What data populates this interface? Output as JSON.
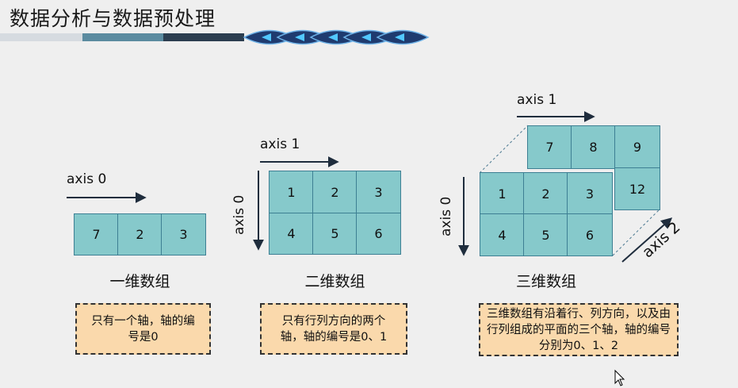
{
  "title": "数据分析与数据预处理",
  "decor": {
    "gray": "#d6dbe0",
    "teal": "#5b8ba0",
    "dark": "#2c3e50"
  },
  "one_d": {
    "axis0": "axis 0",
    "cells": [
      "7",
      "2",
      "3"
    ],
    "caption": "一维数组",
    "note": "只有一个轴，轴的编号是0"
  },
  "two_d": {
    "axis1": "axis 1",
    "axis0": "axis 0",
    "cells": [
      "1",
      "2",
      "3",
      "4",
      "5",
      "6"
    ],
    "caption": "二维数组",
    "note": "只有行列方向的两个轴，轴的编号是0、1"
  },
  "three_d": {
    "axis1": "axis 1",
    "axis0": "axis 0",
    "axis2": "axis 2",
    "back_cells": [
      "7",
      "8",
      "9",
      "12"
    ],
    "front_cells": [
      "1",
      "2",
      "3",
      "4",
      "5",
      "6"
    ],
    "caption": "三维数组",
    "note": "三维数组有沿着行、列方向，以及由行列组成的平面的三个轴，轴的编号分别为0、1、2"
  },
  "colors": {
    "cell_fill": "#86c9cb",
    "cell_border": "#3d7f93",
    "note_fill": "#fad9ac"
  }
}
